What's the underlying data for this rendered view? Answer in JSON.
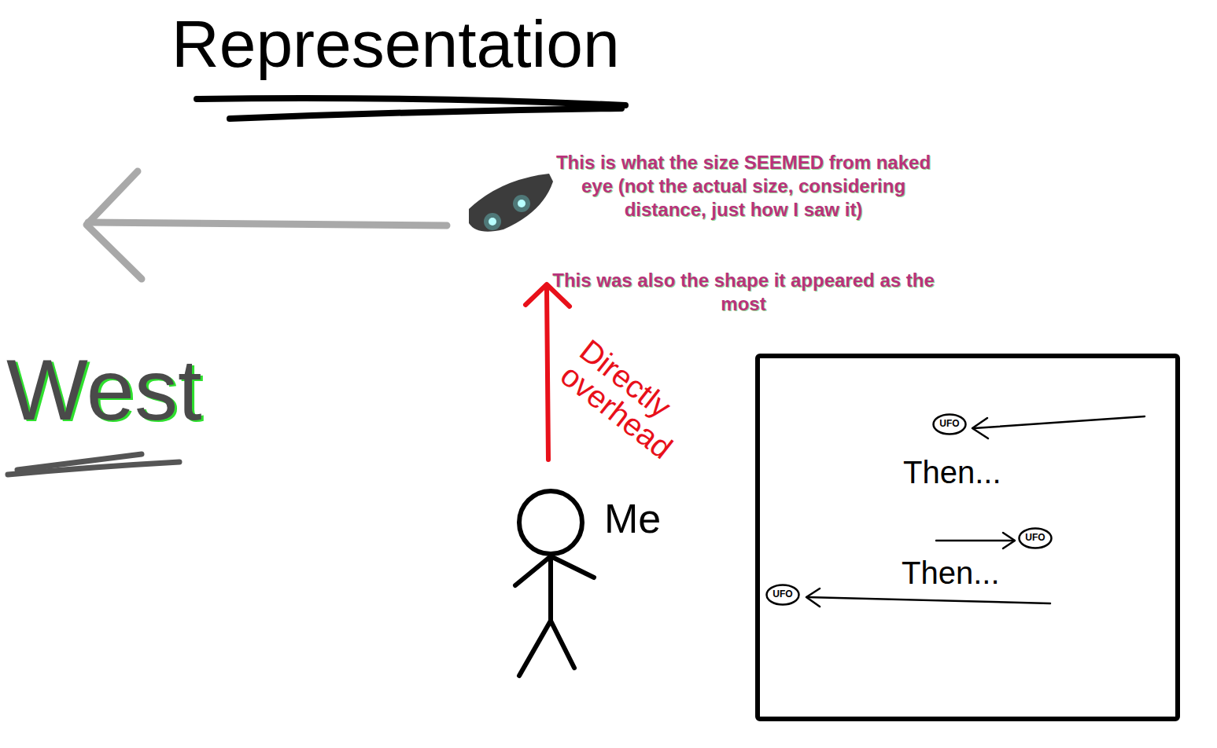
{
  "diagram": {
    "title": "Representation",
    "nodes": [
      {
        "text": [
          "Then...",
          "Then..."
        ]
      },
      {
        "text": [
          "UFO"
        ],
        "in": 0
      },
      {
        "text": [
          "UFO"
        ],
        "in": 0
      },
      {
        "text": [
          "UFO"
        ],
        "in": 0
      }
    ],
    "labels": [
      "This is what the size SEEMED from naked eye (not the actual size, considering distance, just how I saw it)",
      "This was also the shape it appeared as the most",
      "West",
      "Directly overhead",
      "Me"
    ]
  }
}
